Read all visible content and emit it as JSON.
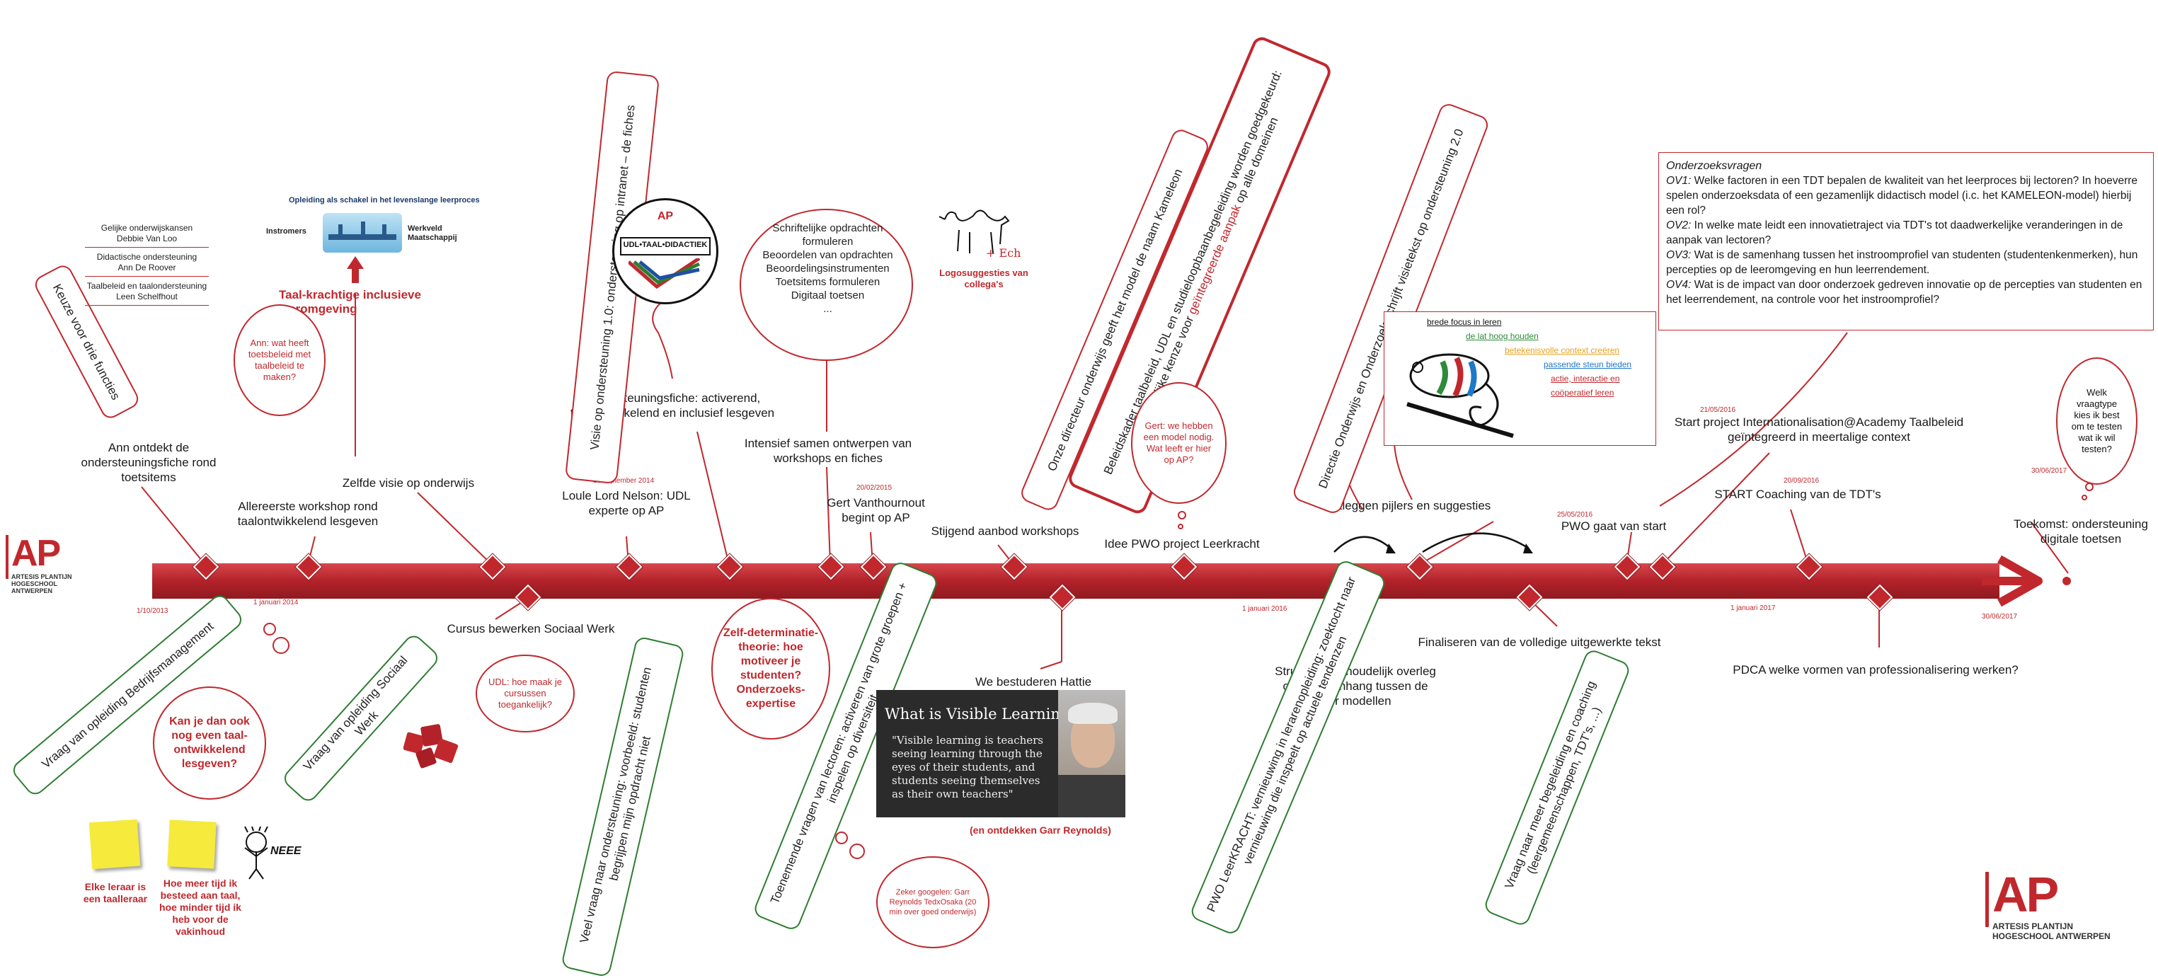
{
  "logo": {
    "letters": "AP",
    "name_line1": "ARTESIS PLANTIJN",
    "name_line2": "HOGESCHOOL ANTWERPEN"
  },
  "dates": {
    "d1": "1/10/2013",
    "d2": "1 januari 2014",
    "d3": "19 september 2014",
    "d4": "20/02/2015",
    "d5": "1 januari 2016",
    "d6": "21/05/2016",
    "d7": "25/05/2016",
    "d8": "20/09/2016",
    "d9": "1 januari 2017",
    "d10": "30/06/2017",
    "d11": "30/06/2017"
  },
  "above": {
    "ann": "Ann ontdekt de ondersteuningsfiche rond toetsitems",
    "workshop": "Allereerste workshop rond taalontwikkelend lesgeven",
    "zelfde": "Zelfde visie op onderwijs",
    "loule": "Loule Lord Nelson: UDL experte op AP",
    "fiche": "Ondersteuningsfiche: activerend, taalontwikkelend en inclusief lesgeven",
    "intensief": "Intensief samen ontwerpen van workshops en fiches",
    "gert": "Gert Vanthournout begint op AP",
    "stijgend": "Stijgend  aanbod workshops",
    "pwo": "Idee PWO project Leerkracht",
    "vastleggen": "Vastleggen pijlers en suggesties",
    "pwostart": "PWO gaat van start",
    "startproject": "Start project Internationalisation@Academy Taalbeleid geïntegreerd in meertalige context",
    "startcoaching": "START Coaching van de TDT's",
    "toekomst": "Toekomst: ondersteuning digitale toetsen"
  },
  "below": {
    "cursus": "Cursus bewerken Sociaal Werk",
    "hattie": "We bestuderen Hattie",
    "reynolds": "(en ontdekken Garr Reynolds)",
    "structureel": "Structureel inhoudelijk overleg over samenhang tussen de vier modellen",
    "finaliseren": "Finaliseren van de volledige uitgewerkte tekst",
    "pdca": "PDCA welke vormen van professionalisering werken?"
  },
  "rotated": {
    "keuze": "Keuze voor drie functies",
    "visie": "Visie op ondersteuning 1.0: ondersteuning op intranet – de fiches",
    "directeur": "Onze directeur onderwijs geeft het model de naam Kameleon",
    "beleid_part1": "Beleidskader taalbeleid, UDL en studieloopbaanbegeleiding worden goedgekeurd: gezamenlijke kenze voor ",
    "beleid_red": "geïntegreerde aanpak",
    "beleid_part2": " op alle domeinen",
    "directie": "Directie Onderwijs en Onderzoek schrijft visietekst op ondersteuning 2.0",
    "bedrijf": "Vraag van opleiding Bedrijfsmanagement",
    "sociaal": "Vraag van opleiding Sociaal Werk",
    "veel": "Veel vraag naar ondersteuning: voorbeeld: studenten begrijpen mijn opdracht niet",
    "toenemende": "Toenemende vragen van lectoren: activeren van grote groepen + inspelen op diversiteit",
    "leerkracht": "PWO LeerKRACHT: vernieuwing in lerarenopleiding: zoektocht naar vernieuwing die inspeelt op actuele tendenzen",
    "begeleiding": "Vraag naar meer begeleiding en coaching (leergemeenschappen, TDT's, ...)"
  },
  "functions": {
    "f1a": "Gelijke onderwijskansen",
    "f1b": "Debbie Van Loo",
    "f2a": "Didactische ondersteuning",
    "f2b": "Ann De Roover",
    "f3a": "Taalbeleid en taalondersteuning",
    "f3b": "Leen Schelfhout"
  },
  "leerproces": {
    "title": "Opleiding als schakel in het levenslange leerproces",
    "instromers": "Instromers",
    "werkveld": "Werkveld Maatschappij",
    "caption": "Taal-krachtige inclusieve leeromgeving"
  },
  "udl": {
    "logo": "AP",
    "label": "UDL•TAAL•DIDACTIEK"
  },
  "circle": {
    "lines": [
      "Schriftelijke opdrachten formuleren",
      "Beoordelen van opdrachten",
      "Beoordelingsinstrumenten",
      "Toetsitems formuleren",
      "Digitaal toetsen",
      "..."
    ]
  },
  "camel": {
    "tag": "+ Ech",
    "caption": "Logosuggesties van collega's"
  },
  "clouds": {
    "ann_q": "Ann: wat heeft toetsbeleid met taalbeleid te maken?",
    "gert_q": "Gert: we hebben een model nodig. Wat leeft er hier op AP?",
    "welk_q": "Welk vraagtype kies ik best om te testen wat ik wil testen?",
    "udl_q": "UDL: hoe maak je cursussen toegankelijk?",
    "kan_q": "Kan je dan ook nog even taal-ontwikkelend lesgeven?",
    "zelf_q": "Zelf-determinatie-theorie: hoe motiveer je studenten? Onderzoeks-expertise",
    "zeker_q": "Zeker googelen: Garr Reynolds TedxOsaka (20 min over goed onderwijs)"
  },
  "kameleon": {
    "items": [
      "brede focus in leren",
      "de lat hoog houden",
      "betekenisvolle context creëren",
      "passende steun bieden",
      "actie, interactie en coöperatief leren"
    ],
    "colors": [
      "#111111",
      "#2e8b3a",
      "#e8a020",
      "#1f78c8",
      "#c0282d"
    ]
  },
  "research": {
    "title": "Onderzoeksvragen",
    "q1_label": "OV1:",
    "q1": " Welke factoren in een TDT bepalen de kwaliteit van het leerproces bij lectoren? In hoeverre spelen onderzoeksdata of een gezamenlijk didactisch model (i.c. het KAMELEON-model) hierbij een rol?",
    "q2_label": "OV2:",
    "q2": " In welke mate leidt een innovatietraject via TDT's tot daadwerkelijke veranderingen in de aanpak van lectoren?",
    "q3_label": "OV3:",
    "q3": " Wat is de samenhang tussen het instroomprofiel van studenten (studentenkenmerken), hun percepties op de leeromgeving en hun leerrendement.",
    "q4_label": "OV4:",
    "q4": " Wat is de impact van door onderzoek gedreven innovatie op de percepties van studenten en het leerrendement, na controle voor het instroomprofiel?"
  },
  "hattie_card": {
    "title": "What is Visible Learning?",
    "quote": "\"Visible learning is teachers seeing learning through the eyes of their students, and students seeing themselves as their own teachers\""
  },
  "notes": {
    "note1": "Elke leraar is een taalleraar",
    "note2": "Hoe meer tijd ik besteed aan taal, hoe minder tijd ik heb voor de vakinhoud",
    "neee": "NEEE"
  },
  "colors": {
    "timeline": "#c0282d",
    "accent_red": "#c0282d",
    "green": "#2e7d32"
  }
}
